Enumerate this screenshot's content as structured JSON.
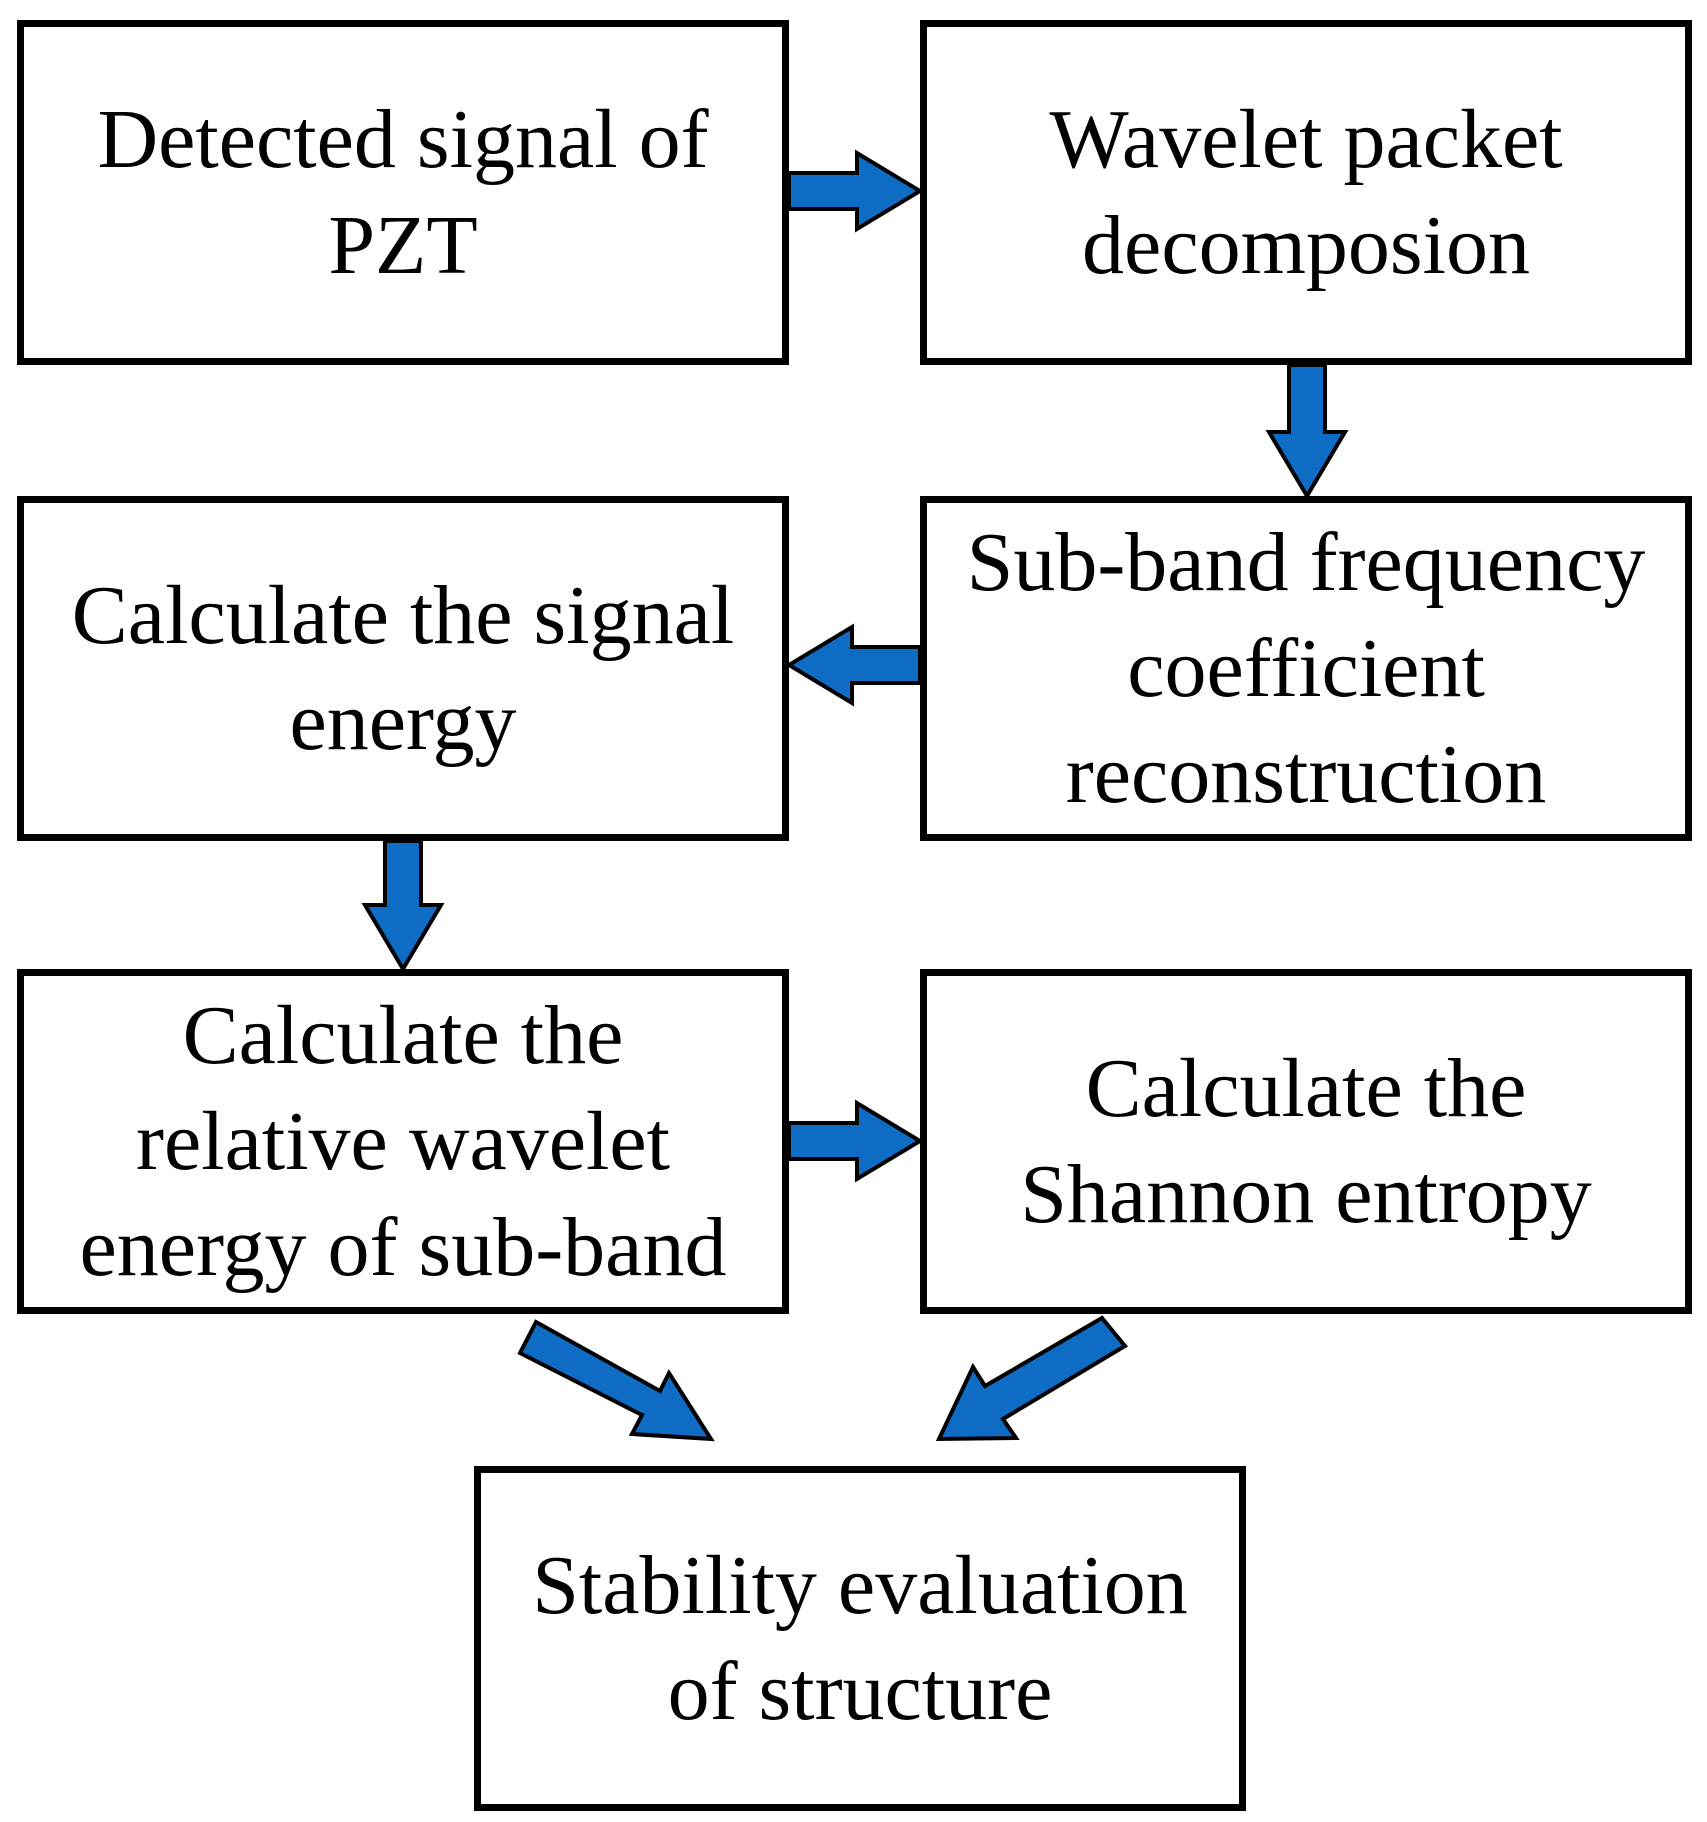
{
  "colors": {
    "arrow_fill": "#0F6CC4",
    "arrow_stroke": "#000000",
    "box_border": "#000000"
  },
  "boxes": {
    "detected_signal": {
      "line1": "Detected signal of",
      "line2": "PZT"
    },
    "wavelet_packet": {
      "line1": "Wavelet packet",
      "line2": "decomposion"
    },
    "subband_reconstruction": {
      "line1": "Sub-band frequency",
      "line2": "coefficient",
      "line3": "reconstruction"
    },
    "signal_energy": {
      "line1": "Calculate the signal",
      "line2": "energy"
    },
    "relative_energy": {
      "line1": "Calculate the",
      "line2": "relative wavelet",
      "line3": "energy of sub-band"
    },
    "shannon_entropy": {
      "line1": "Calculate the",
      "line2": "Shannon entropy"
    },
    "stability_evaluation": {
      "line1": "Stability evaluation",
      "line2": "of structure"
    }
  },
  "edges": [
    {
      "from": "detected_signal",
      "to": "wavelet_packet"
    },
    {
      "from": "wavelet_packet",
      "to": "subband_reconstruction"
    },
    {
      "from": "subband_reconstruction",
      "to": "signal_energy"
    },
    {
      "from": "signal_energy",
      "to": "relative_energy"
    },
    {
      "from": "relative_energy",
      "to": "shannon_entropy"
    },
    {
      "from": "relative_energy",
      "to": "stability_evaluation"
    },
    {
      "from": "shannon_entropy",
      "to": "stability_evaluation"
    }
  ]
}
